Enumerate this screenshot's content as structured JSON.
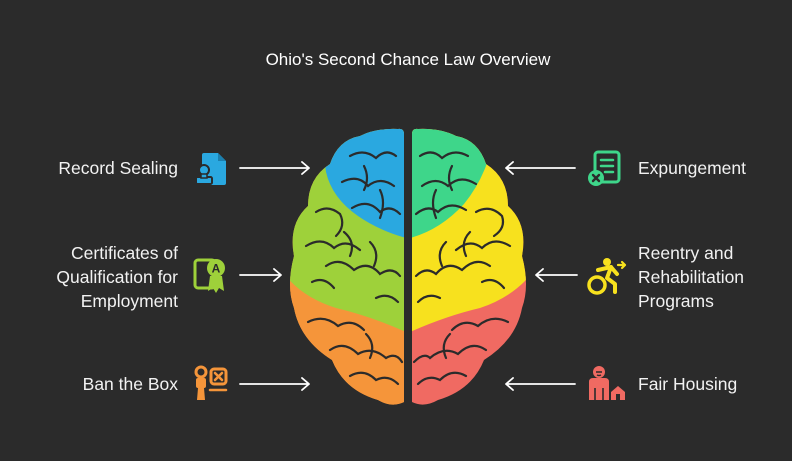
{
  "title": "Ohio's Second Chance Law Overview",
  "items": {
    "record_sealing": {
      "label": "Record Sealing",
      "color": "#2aa8e0"
    },
    "certificates": {
      "label_lines": [
        "Certificates of",
        "Qualification for",
        "Employment"
      ],
      "color": "#9ed13a"
    },
    "ban_the_box": {
      "label": "Ban the Box",
      "color": "#f5953a"
    },
    "expungement": {
      "label": "Expungement",
      "color": "#3ed68a"
    },
    "reentry": {
      "label_lines": [
        "Reentry and",
        "Rehabilitation",
        "Programs"
      ],
      "color": "#f7e11e"
    },
    "fair_housing": {
      "label": "Fair Housing",
      "color": "#f06a62"
    }
  },
  "colors": {
    "background": "#2b2b2b",
    "arrow": "#ffffff",
    "brain_fold_line": "#2b2b2b"
  }
}
